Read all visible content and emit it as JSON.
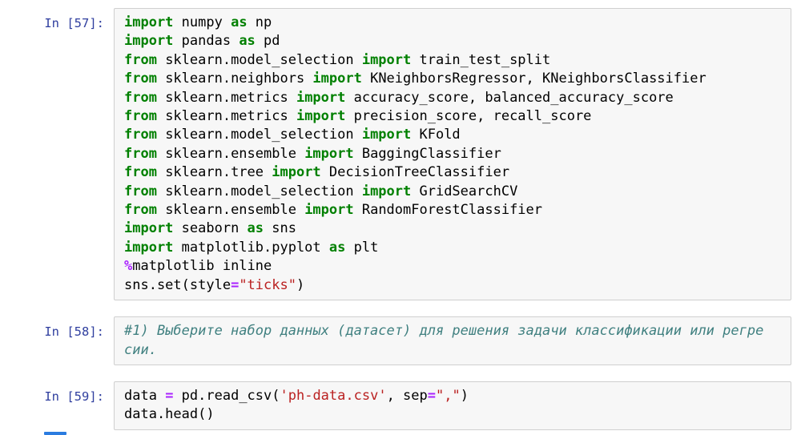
{
  "app": {
    "name": "Jupyter Notebook code cells"
  },
  "colors": {
    "prompt": "#303F9F",
    "keyword": "#008000",
    "string": "#BA2121",
    "comment": "#408080",
    "operator": "#AA22FF",
    "code_text": "#000000",
    "cell_background": "#F7F7F7",
    "cell_border": "#CFCFCF",
    "selection_bar": "#2B7CE0"
  },
  "cells": [
    {
      "prompt": "In [57]:",
      "lines": [
        [
          [
            "kw",
            "import"
          ],
          [
            "txt",
            " numpy "
          ],
          [
            "kw",
            "as"
          ],
          [
            "txt",
            " np"
          ]
        ],
        [
          [
            "kw",
            "import"
          ],
          [
            "txt",
            " pandas "
          ],
          [
            "kw",
            "as"
          ],
          [
            "txt",
            " pd"
          ]
        ],
        [
          [
            "kw",
            "from"
          ],
          [
            "txt",
            " sklearn.model_selection "
          ],
          [
            "kw",
            "import"
          ],
          [
            "txt",
            " train_test_split"
          ]
        ],
        [
          [
            "kw",
            "from"
          ],
          [
            "txt",
            " sklearn.neighbors "
          ],
          [
            "kw",
            "import"
          ],
          [
            "txt",
            " KNeighborsRegressor, KNeighborsClassifier"
          ]
        ],
        [
          [
            "kw",
            "from"
          ],
          [
            "txt",
            " sklearn.metrics "
          ],
          [
            "kw",
            "import"
          ],
          [
            "txt",
            " accuracy_score, balanced_accuracy_score"
          ]
        ],
        [
          [
            "kw",
            "from"
          ],
          [
            "txt",
            " sklearn.metrics "
          ],
          [
            "kw",
            "import"
          ],
          [
            "txt",
            " precision_score, recall_score"
          ]
        ],
        [
          [
            "kw",
            "from"
          ],
          [
            "txt",
            " sklearn.model_selection "
          ],
          [
            "kw",
            "import"
          ],
          [
            "txt",
            " KFold"
          ]
        ],
        [
          [
            "kw",
            "from"
          ],
          [
            "txt",
            " sklearn.ensemble "
          ],
          [
            "kw",
            "import"
          ],
          [
            "txt",
            " BaggingClassifier"
          ]
        ],
        [
          [
            "kw",
            "from"
          ],
          [
            "txt",
            " sklearn.tree "
          ],
          [
            "kw",
            "import"
          ],
          [
            "txt",
            " DecisionTreeClassifier"
          ]
        ],
        [
          [
            "kw",
            "from"
          ],
          [
            "txt",
            " sklearn.model_selection "
          ],
          [
            "kw",
            "import"
          ],
          [
            "txt",
            " GridSearchCV"
          ]
        ],
        [
          [
            "kw",
            "from"
          ],
          [
            "txt",
            " sklearn.ensemble "
          ],
          [
            "kw",
            "import"
          ],
          [
            "txt",
            " RandomForestClassifier"
          ]
        ],
        [
          [
            "kw",
            "import"
          ],
          [
            "txt",
            " seaborn "
          ],
          [
            "kw",
            "as"
          ],
          [
            "txt",
            " sns"
          ]
        ],
        [
          [
            "kw",
            "import"
          ],
          [
            "txt",
            " matplotlib.pyplot "
          ],
          [
            "kw",
            "as"
          ],
          [
            "txt",
            " plt"
          ]
        ],
        [
          [
            "op",
            "%"
          ],
          [
            "txt",
            "matplotlib inline"
          ]
        ],
        [
          [
            "txt",
            "sns.set(style"
          ],
          [
            "op",
            "="
          ],
          [
            "str",
            "\"ticks\""
          ],
          [
            "txt",
            ")"
          ]
        ]
      ]
    },
    {
      "prompt": "In [58]:",
      "lines": [
        [
          [
            "com",
            "#1) Выберите набор данных (датасет) для решения задачи классификации или регресии."
          ]
        ]
      ]
    },
    {
      "prompt": "In [59]:",
      "lines": [
        [
          [
            "txt",
            "data "
          ],
          [
            "op",
            "="
          ],
          [
            "txt",
            " pd.read_csv("
          ],
          [
            "str",
            "'ph-data.csv'"
          ],
          [
            "txt",
            ", sep"
          ],
          [
            "op",
            "="
          ],
          [
            "str",
            "\",\""
          ],
          [
            "txt",
            ")"
          ]
        ],
        [
          [
            "txt",
            "data.head()"
          ]
        ]
      ]
    }
  ]
}
